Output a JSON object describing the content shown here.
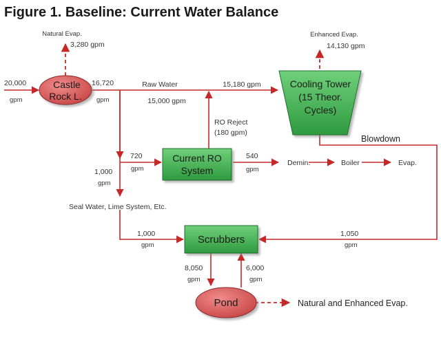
{
  "title": "Figure 1.  Baseline: Current Water Balance",
  "colors": {
    "flow": "#c62828",
    "box_fill": "#3fae4f",
    "ellipse_fill": "#e06060",
    "tower_fill": "#3fae4f"
  },
  "nodes": {
    "castle_rock": [
      "Castle",
      "Rock L."
    ],
    "cooling_tower": [
      "Cooling Tower",
      "(15 Theor.",
      "Cycles)"
    ],
    "ro_system": [
      "Current RO",
      "System"
    ],
    "scrubbers": "Scrubbers",
    "pond": "Pond"
  },
  "labels": {
    "natural_evap": "Natural Evap.",
    "natural_evap_flow": "3,280 gpm",
    "inflow": "20,000",
    "inflow_unit": "gpm",
    "castle_out": "16,720",
    "castle_out_unit": "gpm",
    "raw_water": "Raw Water",
    "raw_water_flow": "15,000 gpm",
    "tower_in": "15,180 gpm",
    "enhanced_evap": "Enhanced Evap.",
    "enhanced_evap_flow": "14,130 gpm",
    "ro_reject": "RO Reject",
    "ro_reject_flow": "(180 gpm)",
    "ro_in": "720",
    "ro_in_unit": "gpm",
    "ro_out": "540",
    "ro_out_unit": "gpm",
    "demin": "Demin.",
    "boiler": "Boiler",
    "evap": "Evap.",
    "seal_flow": "1,000",
    "seal_flow_unit": "gpm",
    "seal_water": "Seal Water, Lime System, Etc.",
    "scrub_in": "1,000",
    "scrub_in_unit": "gpm",
    "blowdown": "Blowdown",
    "blowdown_flow": "1,050",
    "blowdown_flow_unit": "gpm",
    "to_pond": "8,050",
    "to_pond_unit": "gpm",
    "from_pond": "6,000",
    "from_pond_unit": "gpm",
    "pond_evap": "Natural and Enhanced Evap."
  }
}
